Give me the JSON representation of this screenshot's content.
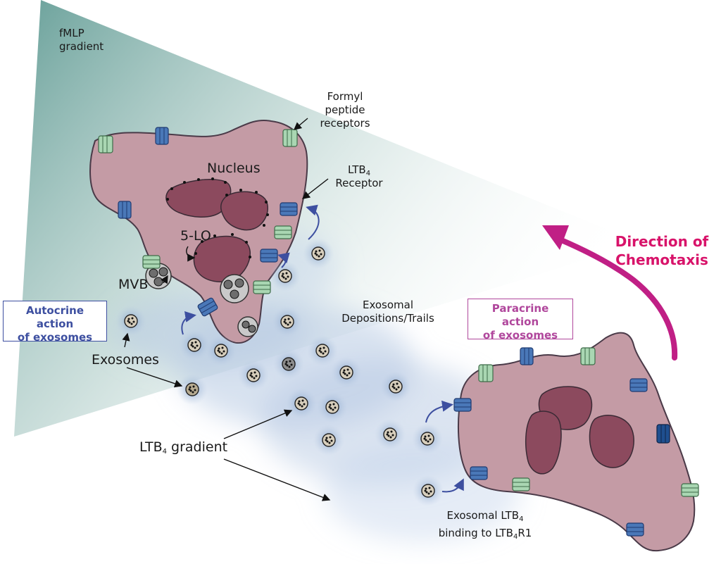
{
  "labels": {
    "fmlp": "fMLP",
    "fmlp2": "gradient",
    "formyl1": "Formyl",
    "formyl2": "peptide",
    "formyl3": "receptors",
    "nucleus": "Nucleus",
    "ltb_r_pre": "LTB",
    "ltb_r_sub": "4",
    "ltb_r2": "Receptor",
    "five_lo": "5-LO",
    "mvb": "MVB",
    "autocrine1": "Autocrine action",
    "autocrine2": "of exosomes",
    "exosomes": "Exosomes",
    "depo1": "Exosomal",
    "depo2": "Depositions/Trails",
    "paracrine1": "Paracrine action",
    "paracrine2": "of exosomes",
    "direction1": "Direction of",
    "direction2": "Chemotaxis",
    "ltbgrad_pre": "LTB",
    "ltbgrad_sub": "4",
    "ltbgrad_post": " gradient",
    "bind1_pre": "Exosomal LTB",
    "bind1_sub": "4",
    "bind2_pre": "binding to LTB",
    "bind2_sub": "4",
    "bind2_post": "R1"
  }
}
